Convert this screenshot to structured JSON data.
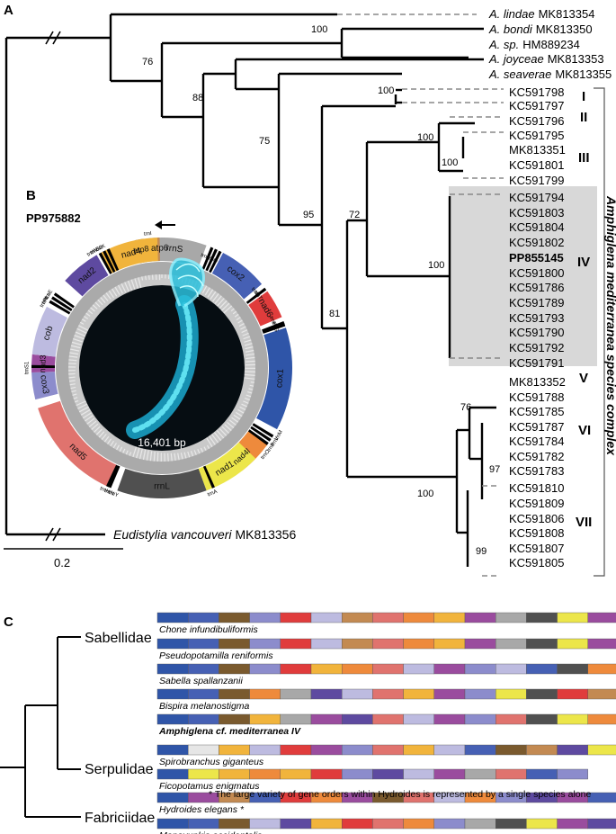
{
  "panels": {
    "a": "A",
    "b": "B",
    "c": "C"
  },
  "tree_a": {
    "top_taxa": [
      {
        "genus": "A. lindae",
        "acc": "MK813354"
      },
      {
        "genus": "A. bondi",
        "acc": "MK813350"
      },
      {
        "genus": "A. sp.",
        "acc": "HM889234"
      },
      {
        "genus": "A. joyceae",
        "acc": "MK813353"
      },
      {
        "genus": "A. seaverae",
        "acc": "MK813355"
      }
    ],
    "accessions": [
      "KC591798",
      "KC591797",
      "KC591796",
      "KC591795",
      "MK813351",
      "KC591801",
      "KC591799",
      "KC591794",
      "KC591803",
      "KC591804",
      "KC591802",
      "PP855145",
      "KC591800",
      "KC591786",
      "KC591789",
      "KC591793",
      "KC591790",
      "KC591792",
      "KC591791",
      "MK813352",
      "KC591788",
      "KC591785",
      "KC591787",
      "KC591784",
      "KC591782",
      "KC591783",
      "KC591810",
      "KC591809",
      "KC591806",
      "KC591808",
      "KC591807",
      "KC591805"
    ],
    "bold_accession": "PP855145",
    "bootstrap": {
      "b76": "76",
      "b100a": "100",
      "b88": "88",
      "b75": "75",
      "b95": "95",
      "b72": "72",
      "b81": "81",
      "b100i": "100",
      "b100ii": "100",
      "b100iii": "100",
      "b100iv": "100",
      "b76b": "76",
      "b97": "97",
      "b100vi": "100",
      "b99": "99"
    },
    "clades": [
      "I",
      "II",
      "III",
      "IV",
      "V",
      "VI",
      "VII"
    ],
    "complex_label": "Amphiglena mediterranea species complex",
    "outgroup": {
      "genus": "Eudistylia vancouveri",
      "acc": "MK813356"
    },
    "scale": "0.2"
  },
  "mitogenome_b": {
    "accession": "PP975882",
    "length": "16,401 bp",
    "genes": [
      "atp8",
      "rrnS",
      "trnL1",
      "trnQ",
      "cox2",
      "trnD",
      "trnT",
      "nad6",
      "trnF",
      "trnG",
      "cox1",
      "trnM",
      "trnV",
      "trnP",
      "trnC",
      "nad4l",
      "nad1",
      "trnA",
      "rrnL",
      "trnY",
      "trnN",
      "trnH",
      "nad5",
      "cox3",
      "trnS1",
      "nad3",
      "cob",
      "trnR",
      "trnLs",
      "trnE",
      "nad2",
      "trnW",
      "trnS2",
      "trnK",
      "nad4",
      "trnI",
      "atp6"
    ]
  },
  "gene_order_c": {
    "families": [
      "Sabellidae",
      "Serpulidae",
      "Fabriciidae"
    ],
    "species": [
      "Chone infundibuliformis",
      "Pseudopotamilla reniformis",
      "Sabella spallanzanii",
      "Bispira melanostigma",
      "Amphiglena cf. mediterranea IV",
      "Spirobranchus giganteus",
      "Ficopotamus enigmatus",
      "Hydroides elegans *",
      "Manayunkia occidentalis"
    ],
    "footnote": "* The large variety of gene orders within Hydroides is represented by a single species alone",
    "colors": {
      "cox1": "#2f55a8",
      "cox2": "#4660b4",
      "atp6": "#7a5a2e",
      "nad6": "#e03c3c",
      "cob": "#bdbbe0",
      "nad2": "#5e4aa0",
      "nad3": "#9a4c9e",
      "nad4": "#f1b43c",
      "nad4l": "#ee8a3c",
      "nad1": "#ece64a",
      "nad5": "#e0736e",
      "cox3": "#8c8ccc",
      "rrnS": "#a8a8a8",
      "rrnL": "#505050",
      "ga": "#c38a52",
      "gb": "#e6e6e6"
    },
    "rows": [
      [
        "cox1",
        "cox2",
        "atp6",
        "cox3",
        "nad6",
        "cob",
        "ga",
        "nad5",
        "nad4l",
        "nad4",
        "nad3",
        "rrnS",
        "rrnL",
        "nad1",
        "nad3",
        "nad2"
      ],
      [
        "cox1",
        "cox2",
        "atp6",
        "cox3",
        "nad6",
        "cob",
        "ga",
        "nad5",
        "nad4l",
        "nad4",
        "nad3",
        "rrnS",
        "rrnL",
        "nad1",
        "nad3",
        "nad2"
      ],
      [
        "cox1",
        "cox2",
        "atp6",
        "cox3",
        "nad6",
        "nad4",
        "nad4l",
        "nad5",
        "cob",
        "nad3",
        "cox3",
        "cob",
        "cox2",
        "rrnL",
        "nad4l",
        "nad5"
      ],
      [
        "cox1",
        "cox2",
        "atp6",
        "nad4l",
        "rrnS",
        "nad2",
        "cob",
        "nad5",
        "nad4",
        "nad3",
        "cox3",
        "nad1",
        "rrnL",
        "nad6",
        "ga",
        "nad2"
      ],
      [
        "cox1",
        "cox2",
        "atp6",
        "nad4",
        "rrnS",
        "nad3",
        "nad2",
        "nad5",
        "cob",
        "nad3",
        "cox3",
        "nad5",
        "rrnL",
        "nad1",
        "nad4l",
        "nad4l"
      ],
      [
        "cox1",
        "gb",
        "nad4",
        "cob",
        "nad6",
        "nad3",
        "cox3",
        "nad5",
        "nad4",
        "cob",
        "cox2",
        "atp6",
        "ga",
        "nad2",
        "nad1"
      ],
      [
        "cox1",
        "nad1",
        "nad4",
        "nad4l",
        "nad4",
        "nad6",
        "cox3",
        "nad2",
        "cob",
        "nad3",
        "rrnS",
        "nad5",
        "cox2",
        "cox3"
      ],
      [
        "cox1",
        "nad3",
        "ga",
        "cox2",
        "nad6",
        "nad4l",
        "nad3",
        "atp6",
        "nad5",
        "cob",
        "nad4l",
        "cox3",
        "nad2",
        "nad3",
        "cox2",
        "nad5"
      ],
      [
        "cox1",
        "cox2",
        "atp6",
        "cob",
        "nad2",
        "nad4",
        "nad6",
        "nad5",
        "nad4l",
        "cox3",
        "rrnS",
        "rrnL",
        "nad1",
        "nad3",
        "nad2"
      ]
    ]
  }
}
